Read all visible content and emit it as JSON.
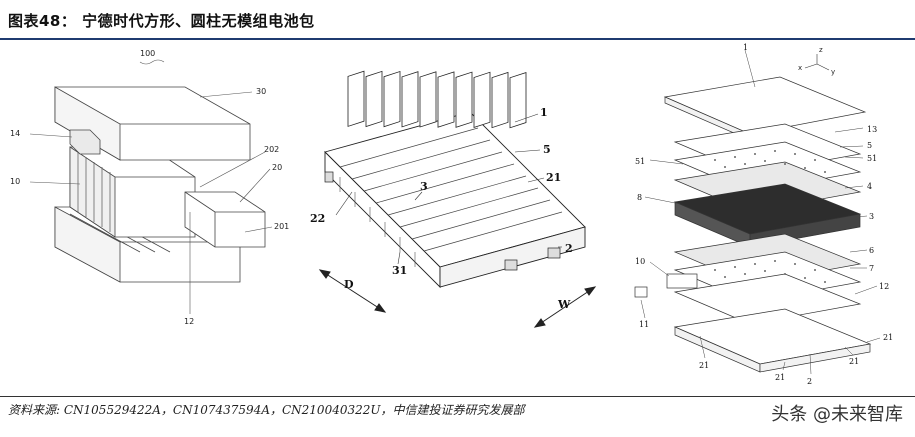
{
  "figure": {
    "title": "图表48：   宁德时代方形、圆柱无模组电池包",
    "source": "资料来源: CN105529422A，CN107437594A，CN210040322U，中信建投证券研究发展部",
    "watermark": "头条 @未来智库"
  },
  "left_diagram": {
    "labels": [
      "100",
      "30",
      "14",
      "202",
      "20",
      "10",
      "201",
      "12"
    ]
  },
  "middle_diagram": {
    "labels": [
      "1",
      "5",
      "21",
      "3",
      "22",
      "31",
      "2",
      "D",
      "W"
    ]
  },
  "right_diagram": {
    "axes": [
      "z",
      "x",
      "y"
    ],
    "labels": [
      "1",
      "13",
      "51",
      "5",
      "51",
      "8",
      "4",
      "3",
      "6",
      "7",
      "10",
      "12",
      "11",
      "21",
      "21",
      "2",
      "21",
      "21"
    ]
  }
}
